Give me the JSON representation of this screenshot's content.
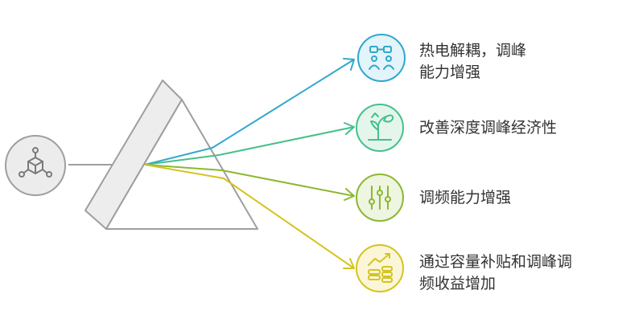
{
  "source": {
    "icon": "cube-network-icon"
  },
  "colors": {
    "source": "#9e9e9e",
    "prism": "#9e9e9e",
    "branches": [
      "#2fa8cc",
      "#45c08a",
      "#8bb832",
      "#d6c31f"
    ],
    "icon_fills": [
      "#e3f4fa",
      "#e4f6ec",
      "#eef5e0",
      "#fbf6d8"
    ]
  },
  "branches": [
    {
      "icon": "decoupling-users-icon",
      "label": "热电解耦，调峰\n能力增强"
    },
    {
      "icon": "growing-plant-icon",
      "label": "改善深度调峰经济性"
    },
    {
      "icon": "sliders-icon",
      "label": "调频能力增强"
    },
    {
      "icon": "coins-growth-icon",
      "label": "通过容量补贴和调峰调\n频收益增加"
    }
  ]
}
